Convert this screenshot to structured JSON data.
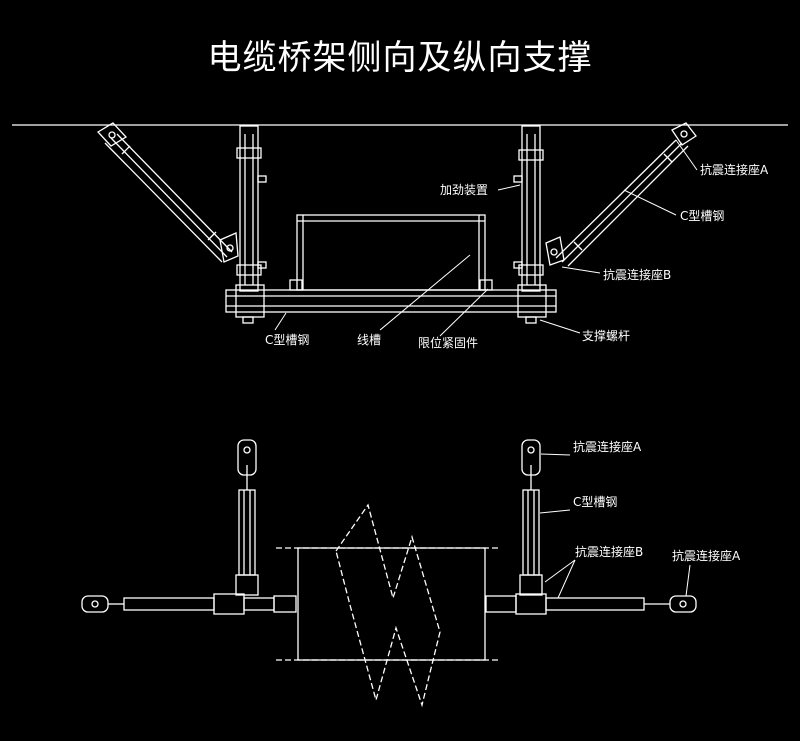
{
  "title": "电缆桥架侧向及纵向支撑",
  "colors": {
    "background": "#000000",
    "line": "#ffffff",
    "text": "#ffffff"
  },
  "labels": {
    "top": {
      "anchor_a": "抗震连接座A",
      "c_channel_right": "C型槽钢",
      "stiffener": "加劲装置",
      "anchor_b": "抗震连接座B",
      "c_channel_bottom": "C型槽钢",
      "trunking": "线槽",
      "limit_fastener": "限位紧固件",
      "rod": "支撑螺杆"
    },
    "bottom": {
      "anchor_a_top": "抗震连接座A",
      "c_channel": "C型槽钢",
      "anchor_b": "抗震连接座B",
      "anchor_a_side": "抗震连接座A"
    }
  }
}
